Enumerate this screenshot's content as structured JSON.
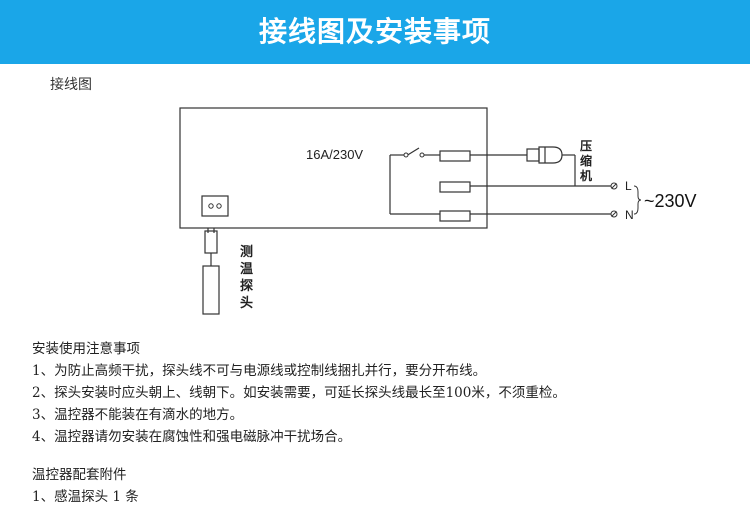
{
  "banner": {
    "title": "接线图及安装事项",
    "color": "#1aa6e8"
  },
  "diagram": {
    "section_label": "接线图",
    "rating_label": "16A/230V",
    "compressor_label": [
      "压",
      "缩",
      "机"
    ],
    "terminal_l": "L",
    "terminal_n": "N",
    "supply_label": "~230V",
    "probe_label": [
      "测",
      "温",
      "探",
      "头"
    ]
  },
  "notes": {
    "title": "安装使用注意事项",
    "items": [
      "1、为防止高频干扰，探头线不可与电源线或控制线捆扎并行，要分开布线。",
      "2、探头安装时应头朝上、线朝下。如安装需要，可延长探头线最长至100米，不须重检。",
      "3、温控器不能装在有滴水的地方。",
      "4、温控器请勿安装在腐蚀性和强电磁脉冲干扰场合。"
    ]
  },
  "accessories": {
    "title": "温控器配套附件",
    "items": [
      "1、感温探头 1 条"
    ]
  }
}
